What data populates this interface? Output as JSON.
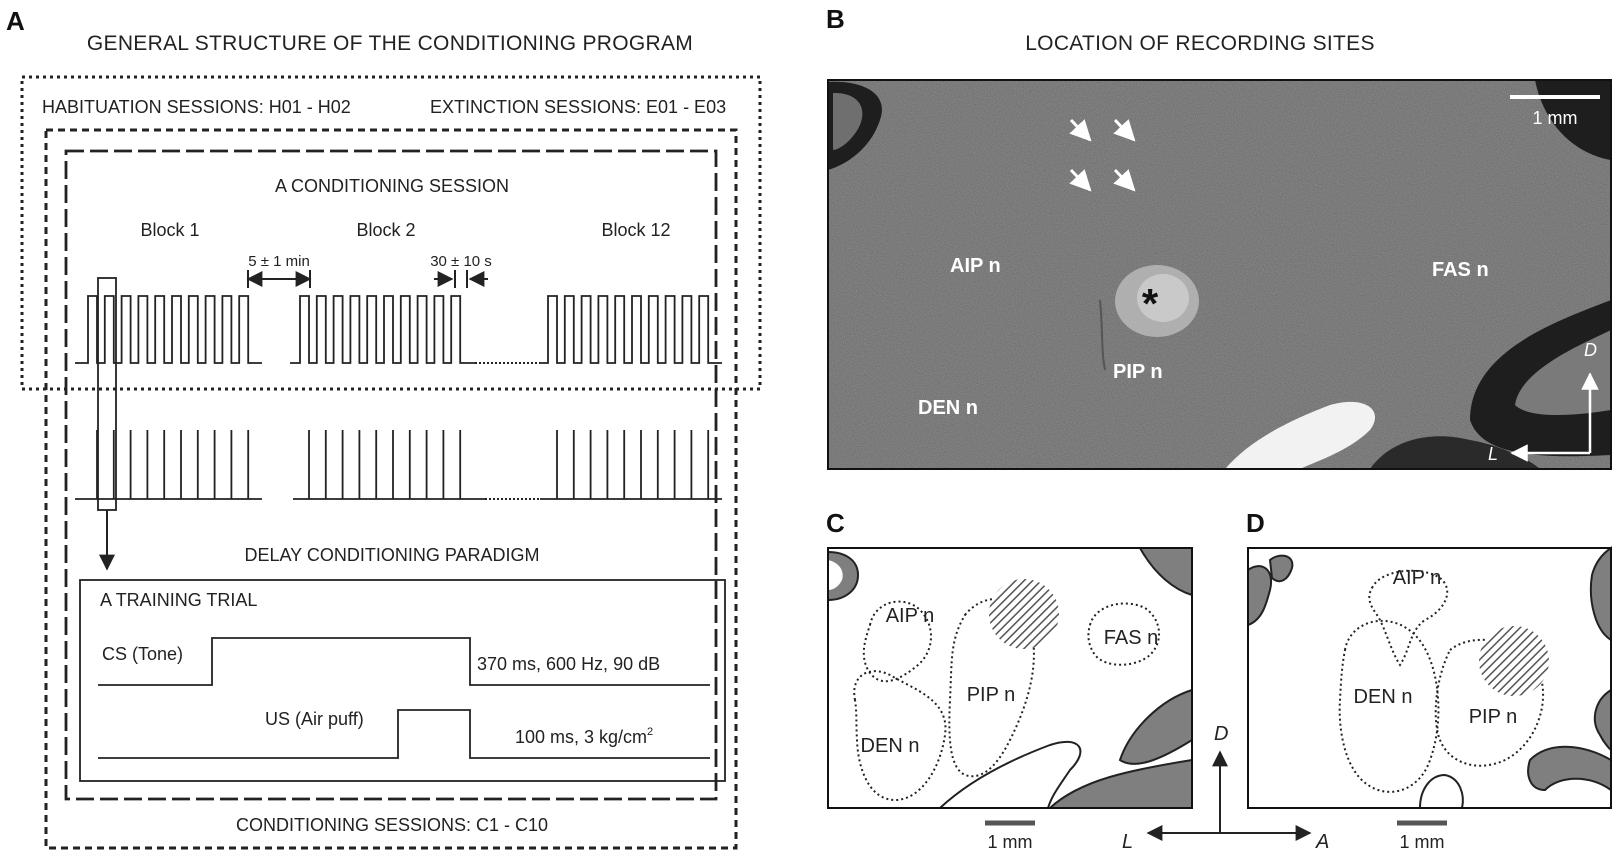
{
  "panels": {
    "a": {
      "letter": "A",
      "title": "GENERAL STRUCTURE OF THE CONDITIONING PROGRAM",
      "habituation": "HABITUATION SESSIONS: H01 - H02",
      "extinction": "EXTINCTION SESSIONS: E01 - E03",
      "session_title": "A CONDITIONING SESSION",
      "blocks": [
        "Block 1",
        "Block 2",
        "Block 12"
      ],
      "inter_block": "5 ± 1 min",
      "inter_trial": "30 ± 10 s",
      "paradigm": "DELAY CONDITIONING PARADIGM",
      "trial_title": "A TRAINING TRIAL",
      "cs_label": "CS (Tone)",
      "cs_params": "370 ms, 600 Hz, 90 dB",
      "us_label": "US (Air puff)",
      "us_params": "100 ms, 3 kg/cm",
      "us_params_sup": "2",
      "conditioning": "CONDITIONING SESSIONS: C1 - C10"
    },
    "b": {
      "letter": "B",
      "title": "LOCATION OF RECORDING SITES",
      "scale": "1 mm",
      "asterisk": "*",
      "nuclei": [
        "AIP n",
        "FAS n",
        "PIP n",
        "DEN n"
      ],
      "axis_d": "D",
      "axis_l": "L"
    },
    "c": {
      "letter": "C",
      "nuclei": [
        "AIP n",
        "FAS n",
        "PIP n",
        "DEN n"
      ],
      "scale": "1 mm"
    },
    "d": {
      "letter": "D",
      "nuclei": [
        "AIP n",
        "DEN n",
        "PIP n"
      ],
      "scale": "1 mm"
    },
    "orientation": {
      "d": "D",
      "l": "L",
      "a": "A"
    }
  },
  "colors": {
    "ink": "#222222",
    "photo_bg": "#8f8f8f",
    "gray_fill": "#808080"
  }
}
